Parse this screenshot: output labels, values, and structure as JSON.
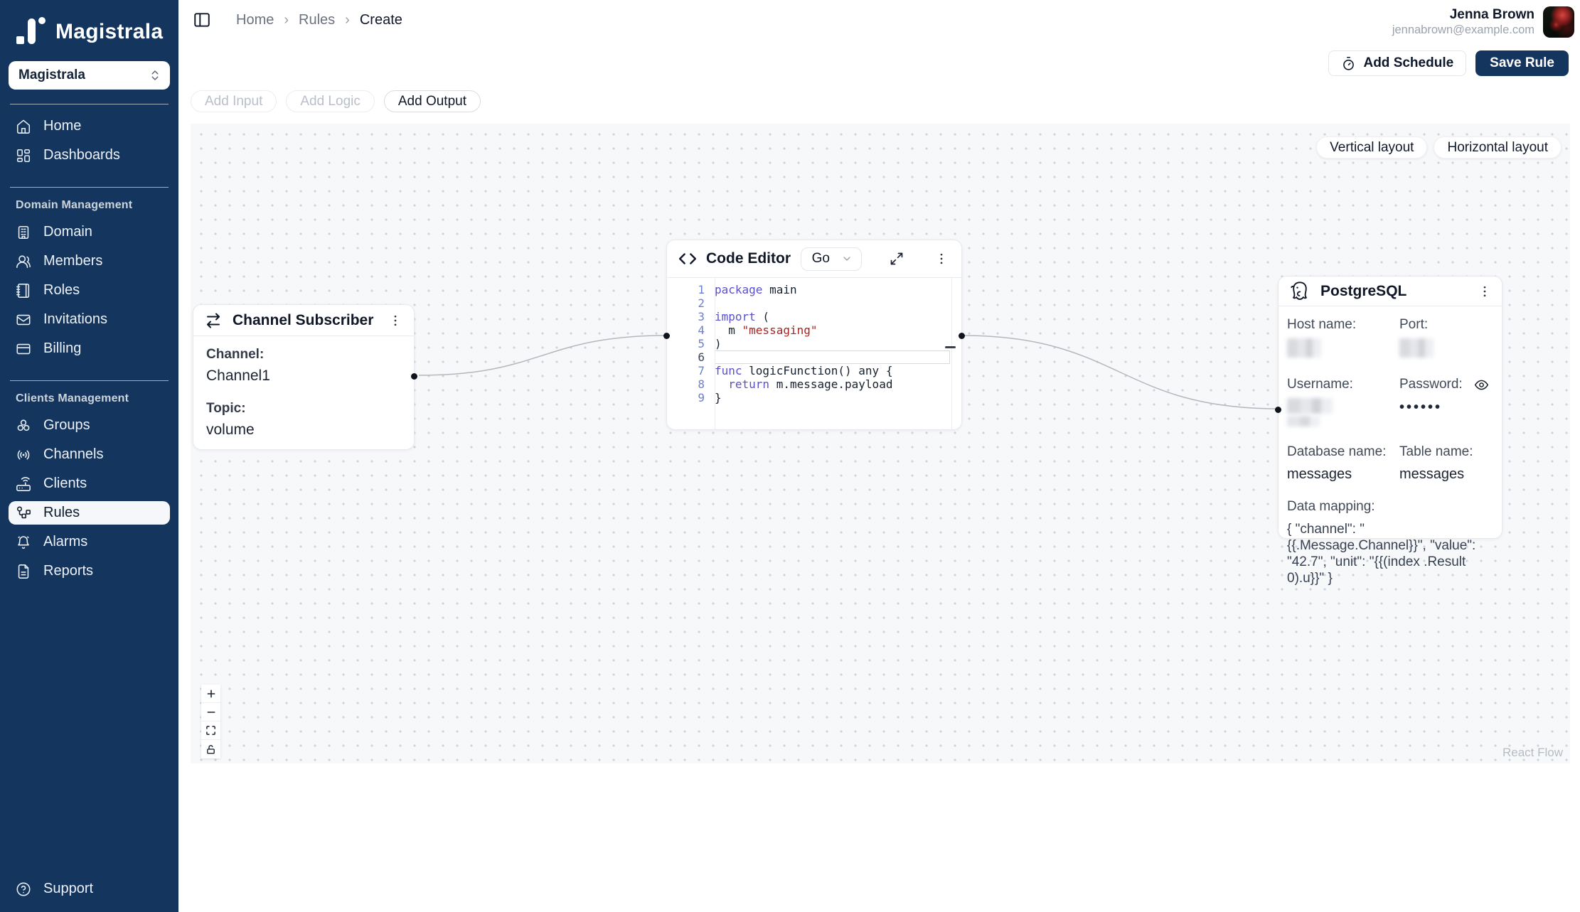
{
  "sidebar": {
    "brand": "Magistrala",
    "workspace": "Magistrala",
    "main_items": [
      {
        "label": "Home",
        "icon": "home-icon"
      },
      {
        "label": "Dashboards",
        "icon": "dashboards-icon"
      }
    ],
    "sections": [
      {
        "title": "Domain Management",
        "items": [
          {
            "label": "Domain",
            "icon": "building-icon"
          },
          {
            "label": "Members",
            "icon": "users-icon"
          },
          {
            "label": "Roles",
            "icon": "notebook-icon"
          },
          {
            "label": "Invitations",
            "icon": "mail-icon"
          },
          {
            "label": "Billing",
            "icon": "credit-card-icon"
          }
        ]
      },
      {
        "title": "Clients Management",
        "items": [
          {
            "label": "Groups",
            "icon": "groups-icon"
          },
          {
            "label": "Channels",
            "icon": "radio-icon"
          },
          {
            "label": "Clients",
            "icon": "router-icon"
          },
          {
            "label": "Rules",
            "icon": "workflow-icon",
            "active": true
          },
          {
            "label": "Alarms",
            "icon": "bell-icon"
          },
          {
            "label": "Reports",
            "icon": "file-text-icon"
          }
        ]
      }
    ],
    "support_label": "Support"
  },
  "header": {
    "breadcrumb": [
      "Home",
      "Rules",
      "Create"
    ],
    "separator": "›",
    "user": {
      "name": "Jenna Brown",
      "email": "jennabrown@example.com"
    },
    "add_schedule_label": "Add Schedule",
    "save_rule_label": "Save Rule"
  },
  "toolbar": {
    "add_input": "Add Input",
    "add_logic": "Add Logic",
    "add_output": "Add Output"
  },
  "canvas": {
    "layout_vertical": "Vertical layout",
    "layout_horizontal": "Horizontal layout",
    "attribution": "React Flow",
    "nodes": {
      "channel_subscriber": {
        "title": "Channel Subscriber",
        "channel_label": "Channel:",
        "channel_value": "Channel1",
        "topic_label": "Topic:",
        "topic_value": "volume"
      },
      "code_editor": {
        "title": "Code Editor",
        "language": "Go",
        "lines": [
          {
            "num": "1",
            "tokens": [
              {
                "t": "kw",
                "v": "package"
              },
              {
                "t": "plain",
                "v": " main"
              }
            ]
          },
          {
            "num": "2",
            "tokens": []
          },
          {
            "num": "3",
            "tokens": [
              {
                "t": "kw",
                "v": "import"
              },
              {
                "t": "plain",
                "v": " ("
              }
            ]
          },
          {
            "num": "4",
            "tokens": [
              {
                "t": "plain",
                "v": "  m "
              },
              {
                "t": "str",
                "v": "\"messaging\""
              }
            ]
          },
          {
            "num": "5",
            "tokens": [
              {
                "t": "plain",
                "v": ")"
              }
            ]
          },
          {
            "num": "6",
            "tokens": [],
            "active": true
          },
          {
            "num": "7",
            "tokens": [
              {
                "t": "kw",
                "v": "func"
              },
              {
                "t": "plain",
                "v": " logicFunction() any {"
              }
            ]
          },
          {
            "num": "8",
            "tokens": [
              {
                "t": "plain",
                "v": "  "
              },
              {
                "t": "kw",
                "v": "return"
              },
              {
                "t": "plain",
                "v": " m.message.payload"
              }
            ]
          },
          {
            "num": "9",
            "tokens": [
              {
                "t": "plain",
                "v": "}"
              }
            ]
          }
        ]
      },
      "postgresql": {
        "title": "PostgreSQL",
        "host_label": "Host name:",
        "port_label": "Port:",
        "username_label": "Username:",
        "password_label": "Password:",
        "password_mask": "••••••",
        "database_label": "Database name:",
        "database_value": "messages",
        "table_label": "Table name:",
        "table_value": "messages",
        "mapping_label": "Data mapping:",
        "mapping_value": "{ \"channel\": \"{{.Message.Channel}}\", \"value\": \"42.7\", \"unit\": \"{{(index .Result 0).u}}\" }"
      }
    }
  },
  "colors": {
    "brand_navy": "#14365E",
    "sidebar_active_bg": "#F5F7FA",
    "canvas_bg": "#F7F8FA",
    "edge": "#B4B7BD",
    "code_keyword": "#5A50C8",
    "code_string": "#A82323",
    "line_number": "#6B80C8"
  }
}
